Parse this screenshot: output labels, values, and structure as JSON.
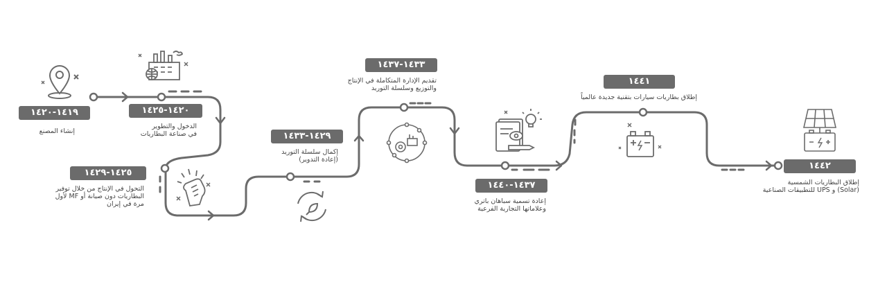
{
  "milestones": [
    {
      "year": "١٤١٩-١٤٢٠",
      "lines": [
        "إنشاء المصنع"
      ]
    },
    {
      "year": "١٤٢٠-١٤٢٥",
      "lines": [
        "الدخول والتطوير",
        "في صناعة البطاريات"
      ]
    },
    {
      "year": "١٤٢٥-١٤٢٩",
      "lines": [
        "التحول في الإنتاج من خلال توفير",
        "البطاريات دون صيانة أو MF لأول",
        "مرة في إيران"
      ]
    },
    {
      "year": "١٤٢٩-١٤٣٣",
      "lines": [
        "إكمال سلسلة التوريد",
        "(إعادة التدوير)"
      ]
    },
    {
      "year": "١٤٣٣-١٤٣٧",
      "lines": [
        "تقديم الإدارة المتكاملة في الإنتاج",
        "والتوزيع وسلسلة التوريد"
      ]
    },
    {
      "year": "١٤٣٧-١٤٤٠",
      "lines": [
        "إعادة تسمية سباهان باتري",
        "وعلاماتها التجارية الفرعية"
      ]
    },
    {
      "year": "١٤٤١",
      "lines": [
        "إطلاق بطاريات سيارات بتقنية جديدة عالمياً"
      ]
    },
    {
      "year": "١٤٤٢",
      "lines": [
        "إطلاق البطاريات الشمسية",
        "(Solar) و UPS للتطبيقات الصناعية"
      ]
    }
  ],
  "icons": [
    "location-pin-icon",
    "factory-icon",
    "raised-fist-icon",
    "recycle-leaf-icon",
    "gear-network-icon",
    "document-lightbulb-icon",
    "car-battery-icon",
    "solar-panel-icon"
  ],
  "colors": {
    "line": "#6b6b6b",
    "badge": "#6b6b6b",
    "badge_text": "#ffffff",
    "text": "#444444"
  }
}
